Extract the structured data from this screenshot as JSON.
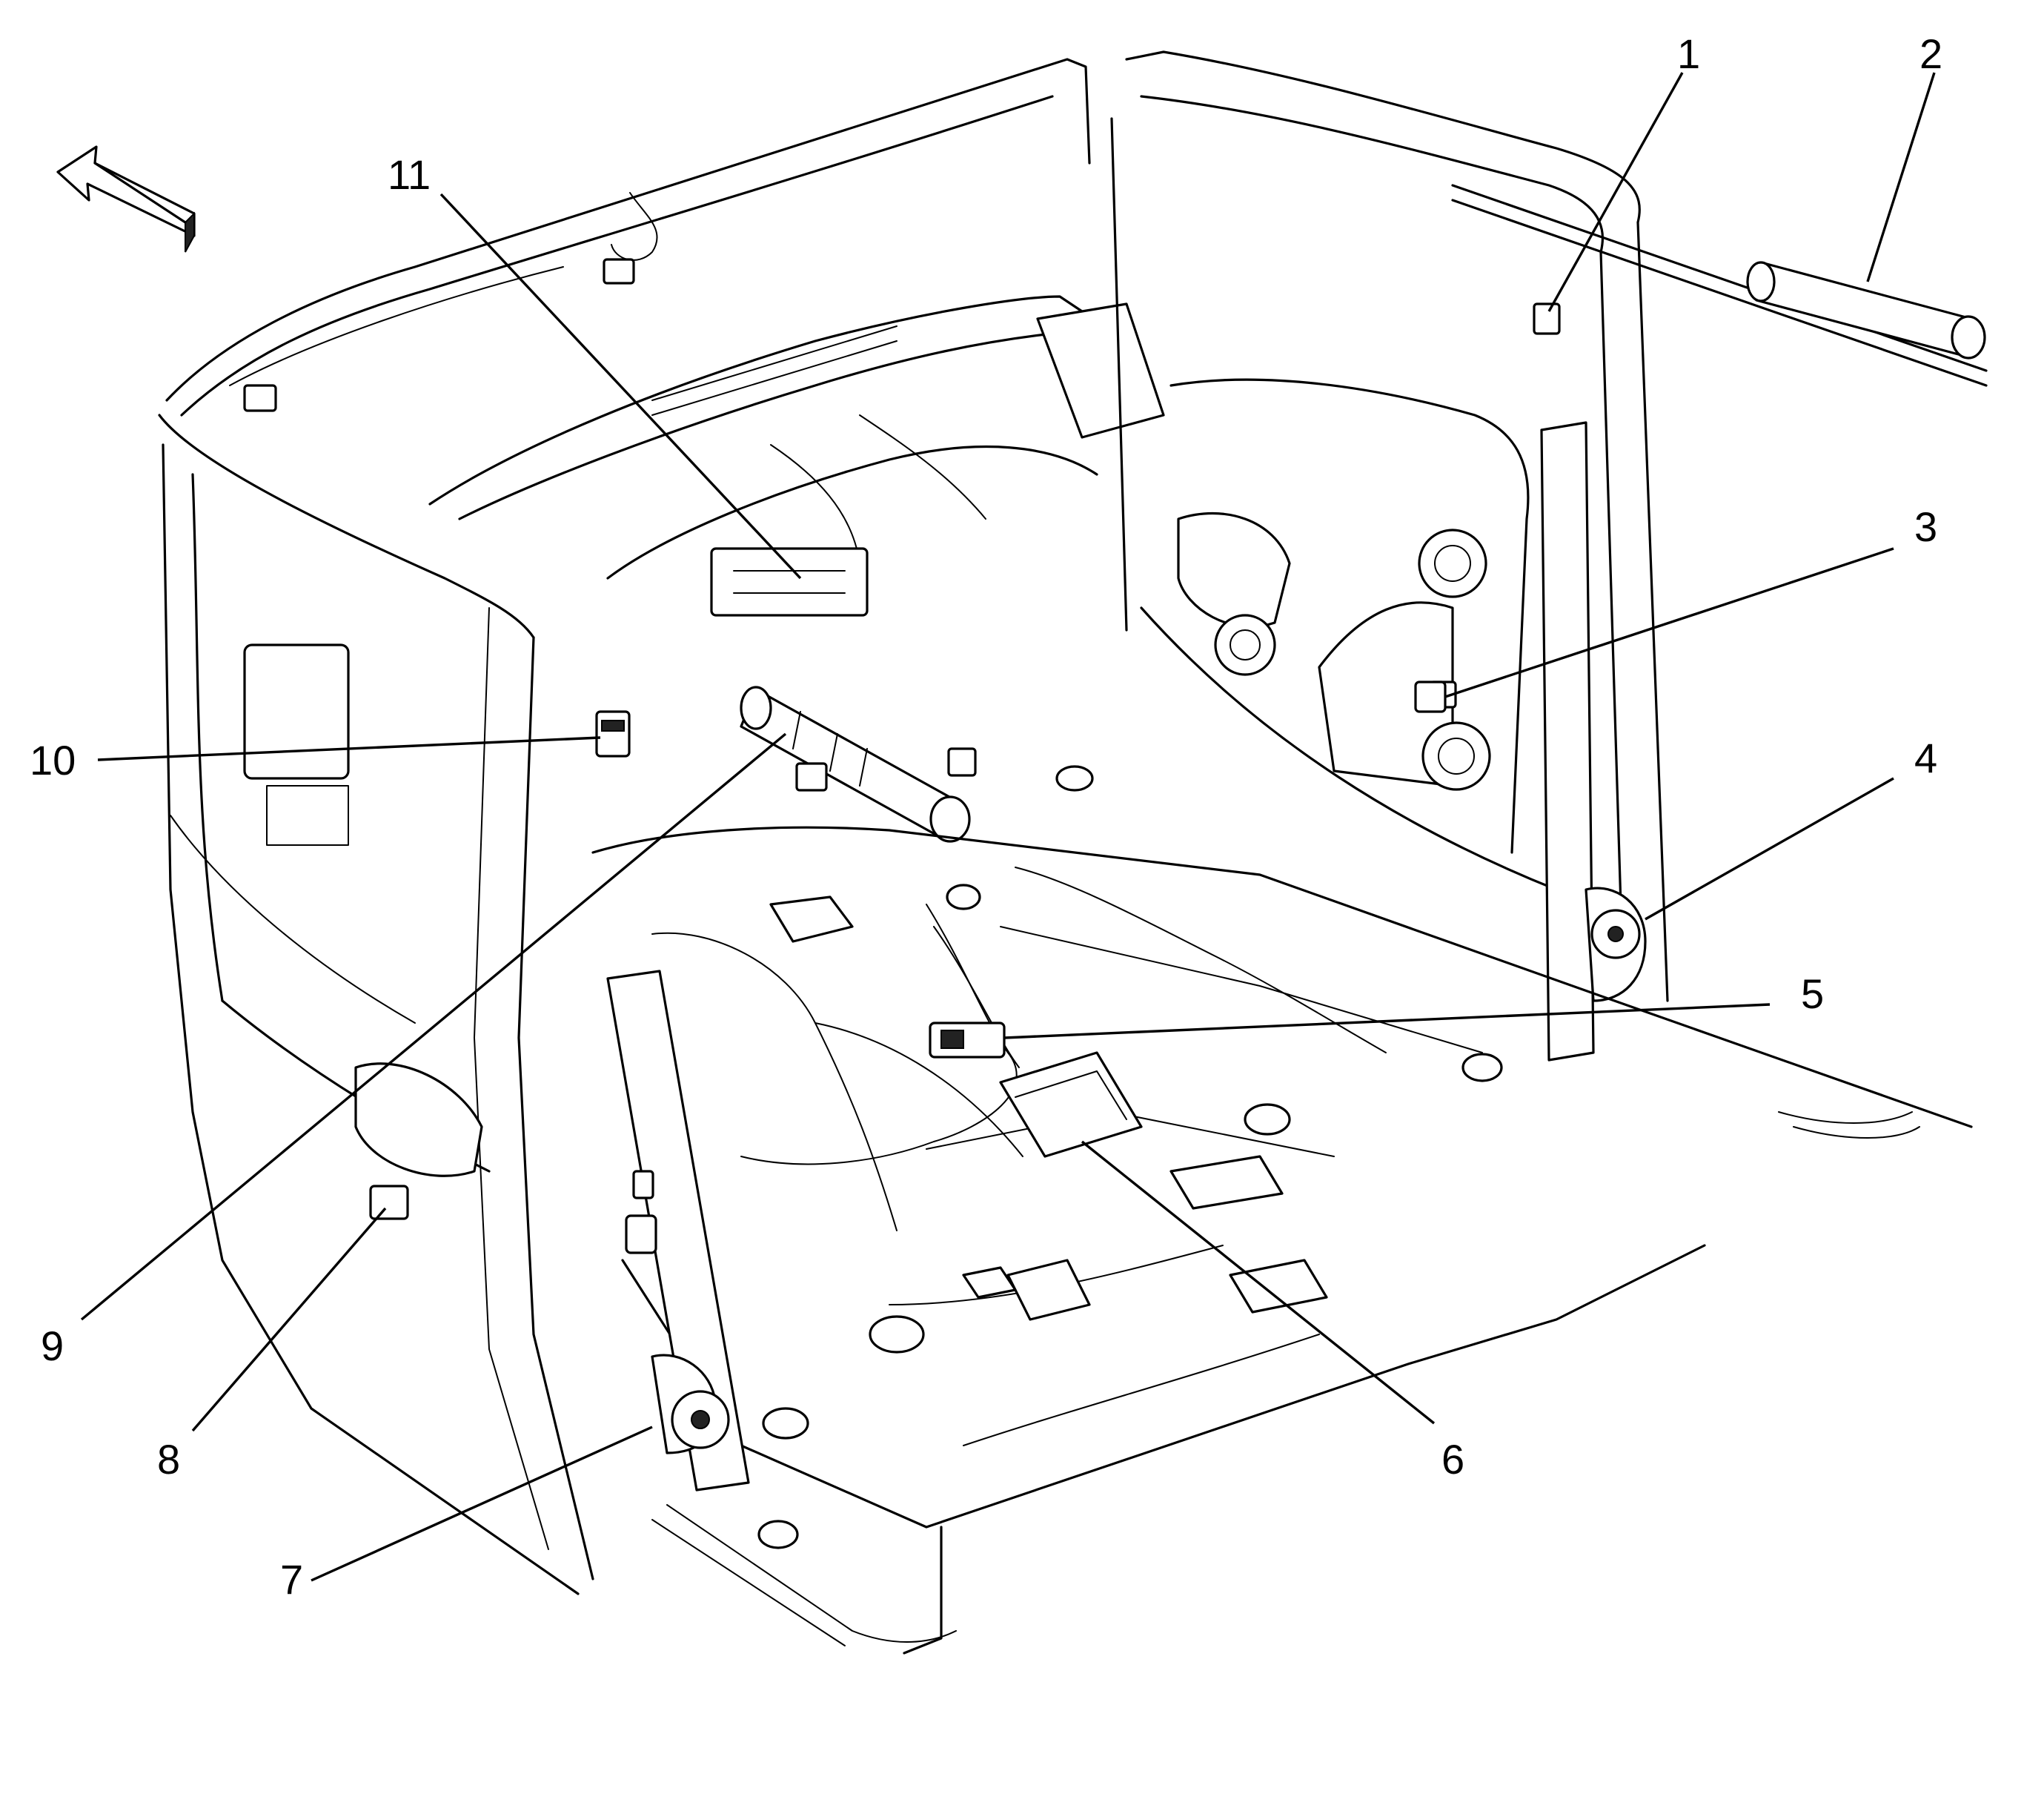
{
  "callouts": [
    {
      "id": "1",
      "label": "1"
    },
    {
      "id": "2",
      "label": "2"
    },
    {
      "id": "3",
      "label": "3"
    },
    {
      "id": "4",
      "label": "4"
    },
    {
      "id": "5",
      "label": "5"
    },
    {
      "id": "6",
      "label": "6"
    },
    {
      "id": "7",
      "label": "7"
    },
    {
      "id": "8",
      "label": "8"
    },
    {
      "id": "9",
      "label": "9"
    },
    {
      "id": "10",
      "label": "10"
    },
    {
      "id": "11",
      "label": "11"
    }
  ],
  "icons": {
    "front_arrow": "arrow-icon"
  },
  "colors": {
    "line": "#000000",
    "background": "#ffffff"
  }
}
